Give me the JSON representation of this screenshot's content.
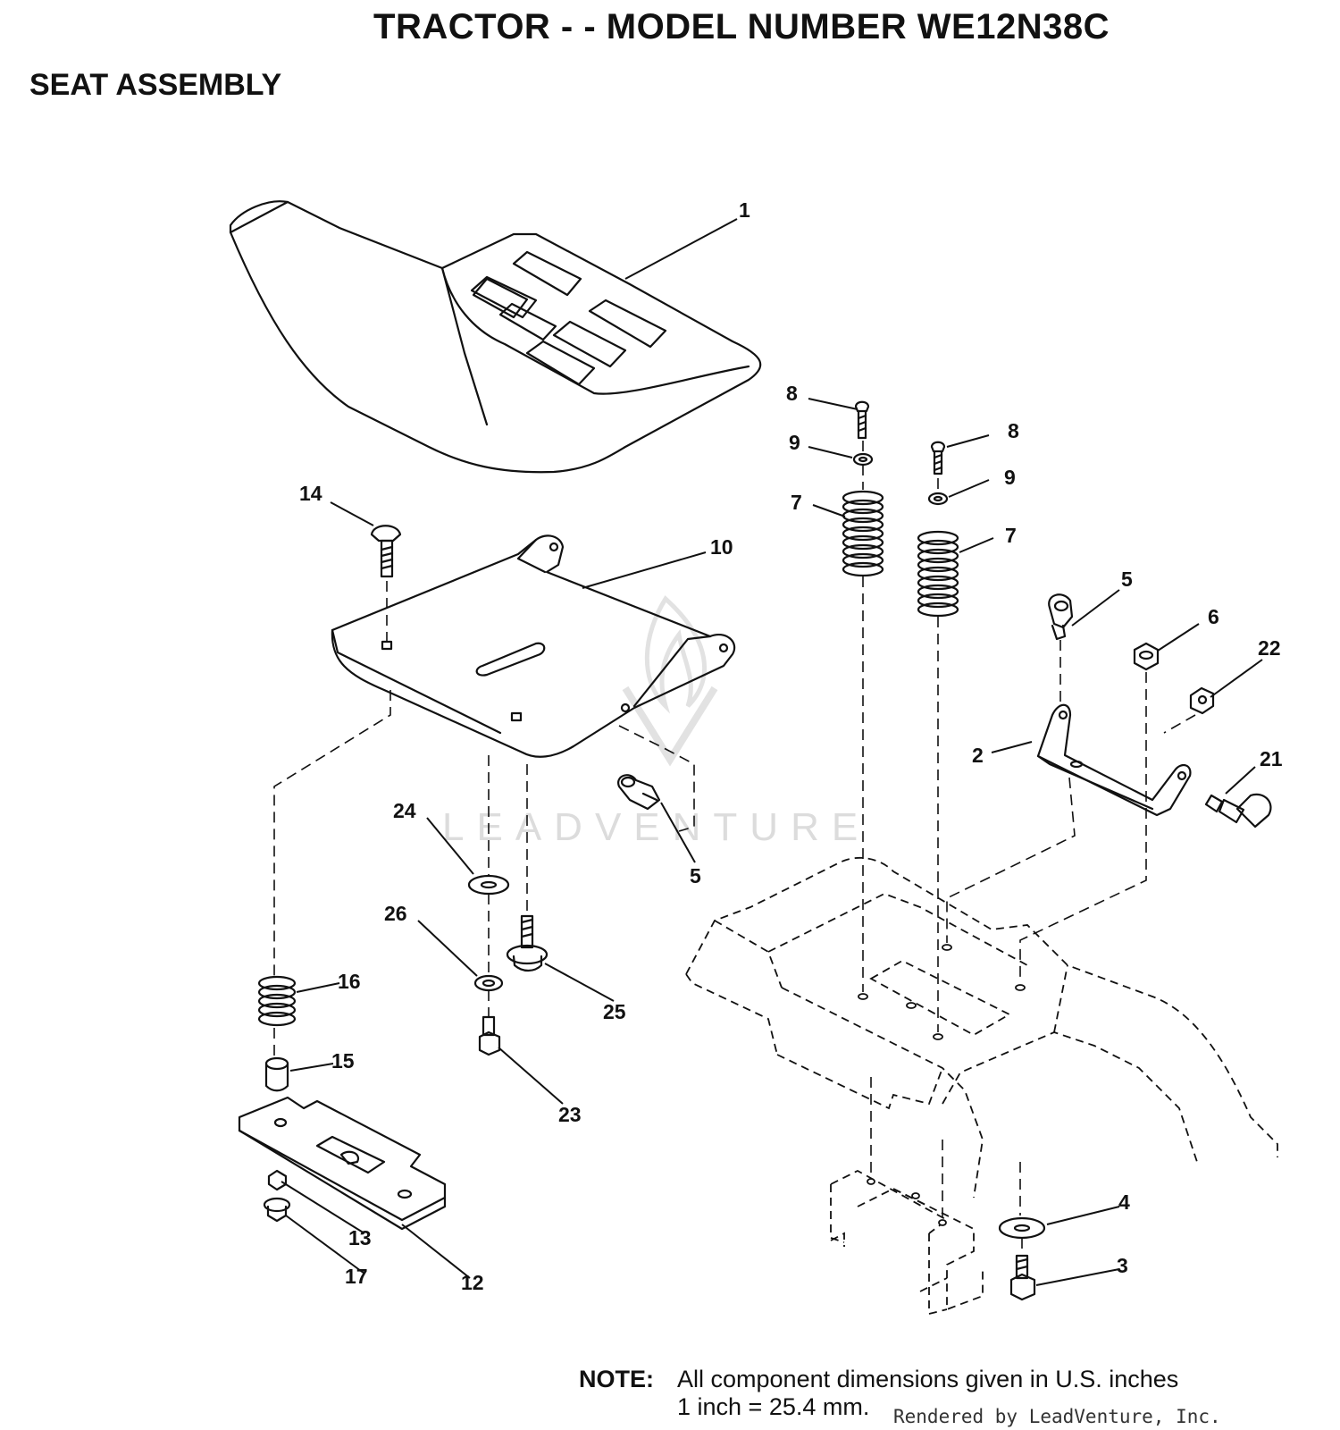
{
  "title": "TRACTOR - - MODEL NUMBER WE12N38C",
  "subtitle": "SEAT ASSEMBLY",
  "watermark": "LEADVENTURE",
  "callouts": [
    "1",
    "8",
    "9",
    "8",
    "9",
    "7",
    "7",
    "14",
    "10",
    "5",
    "6",
    "22",
    "2",
    "21",
    "5",
    "24",
    "26",
    "25",
    "16",
    "15",
    "23",
    "4",
    "3",
    "13",
    "17",
    "12"
  ],
  "note": {
    "label": "NOTE:",
    "line1": "All component dimensions given in U.S. inches",
    "line2": "1 inch = 25.4 mm."
  },
  "rendered_by": "Rendered by LeadVenture, Inc."
}
